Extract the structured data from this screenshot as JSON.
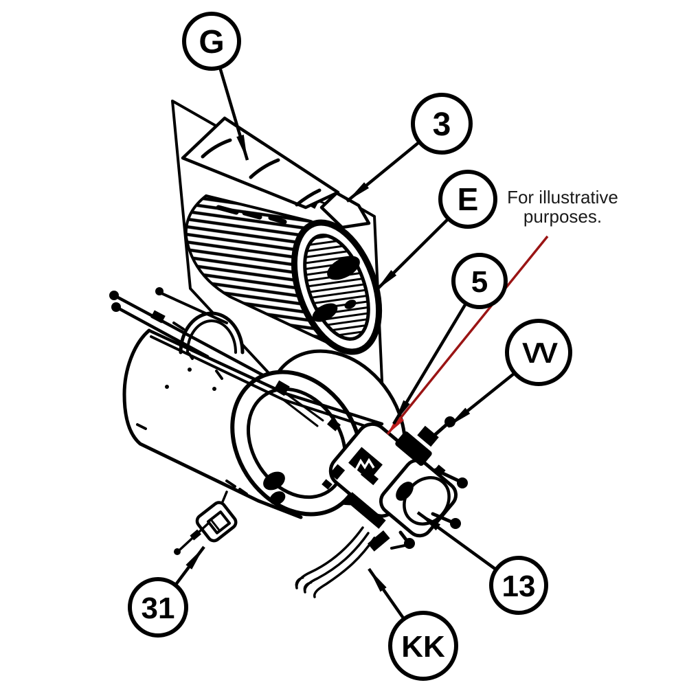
{
  "figure": {
    "type": "parts-diagram",
    "subject": "Blower and motor assembly line drawing with part callouts",
    "background_color": "#ffffff",
    "line_color": "#000000",
    "annotation": {
      "line1": "For illustrative",
      "line2": "purposes.",
      "arrow_color": "#9a1414",
      "arrowhead_color": "#bb1d1d"
    },
    "callouts": {
      "G": {
        "label": "G"
      },
      "3": {
        "label": "3"
      },
      "E": {
        "label": "E"
      },
      "5": {
        "label": "5"
      },
      "VV": {
        "label": "VV"
      },
      "13": {
        "label": "13"
      },
      "KK": {
        "label": "KK"
      },
      "31": {
        "label": "31"
      }
    }
  }
}
